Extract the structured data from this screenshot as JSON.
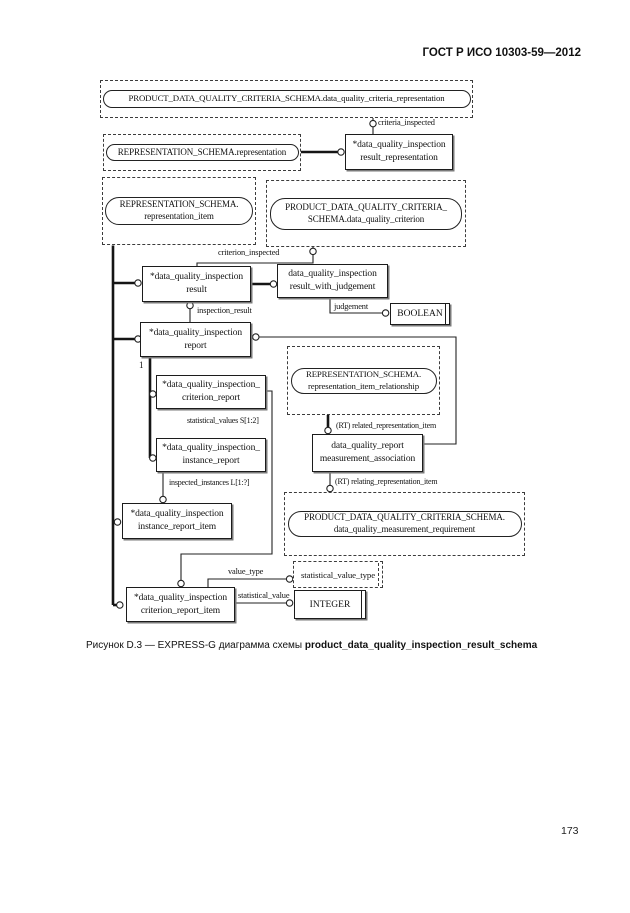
{
  "page": {
    "header": "ГОСТ Р ИСО 10303-59—2012",
    "page_number": "173",
    "caption": {
      "prefix": "Рисунок D.3 — EXPRESS-G диаграмма схемы ",
      "schema_name": "product_data_quality_inspection_result_schema"
    }
  },
  "diagram": {
    "ink_color": "#1a1a1a",
    "interschema_refs": {
      "criteria_representation": "PRODUCT_DATA_QUALITY_CRITERIA_SCHEMA.data_quality_criteria_representation",
      "representation": "REPRESENTATION_SCHEMA.representation",
      "representation_item": "REPRESENTATION_SCHEMA.\nrepresentation_item",
      "data_quality_criterion": "PRODUCT_DATA_QUALITY_CRITERIA_\nSCHEMA.data_quality_criterion",
      "representation_item_relationship": "REPRESENTATION_SCHEMA.\nrepresentation_item_relationship",
      "measurement_requirement": "PRODUCT_DATA_QUALITY_CRITERIA_SCHEMA.\ndata_quality_measurement_requirement"
    },
    "entities": {
      "result_representation": "*data_quality_inspection\nresult_representation",
      "result": "*data_quality_inspection\nresult",
      "result_with_judgement": "data_quality_inspection\nresult_with_judgement",
      "report": "*data_quality_inspection\nreport",
      "criterion_report": "*data_quality_inspection_\ncriterion_report",
      "instance_report": "*data_quality_inspection_\ninstance_report",
      "measurement_association": "data_quality_report\nmeasurement_association",
      "instance_report_item": "*data_quality_inspection\ninstance_report_item",
      "criterion_report_item": "*data_quality_inspection\ncriterion_report_item"
    },
    "types": {
      "boolean": "BOOLEAN",
      "integer": "INTEGER",
      "statistical_value_type": "statistical_value_type"
    },
    "attributes": {
      "criteria_inspected": "criteria_inspected",
      "criterion_inspected": "criterion_inspected",
      "judgement": "judgement",
      "inspection_result": "inspection_result",
      "cardinality_one": "1",
      "statistical_values": "statistical_values S[1:2]",
      "inspected_instances": "inspected_instances L[1:?]",
      "related_representation_item": "(RT) related_representation_item",
      "relating_representation_item": "(RT) relating_representation_item",
      "value_type": "value_type",
      "statistical_value": "statistical_value"
    }
  }
}
